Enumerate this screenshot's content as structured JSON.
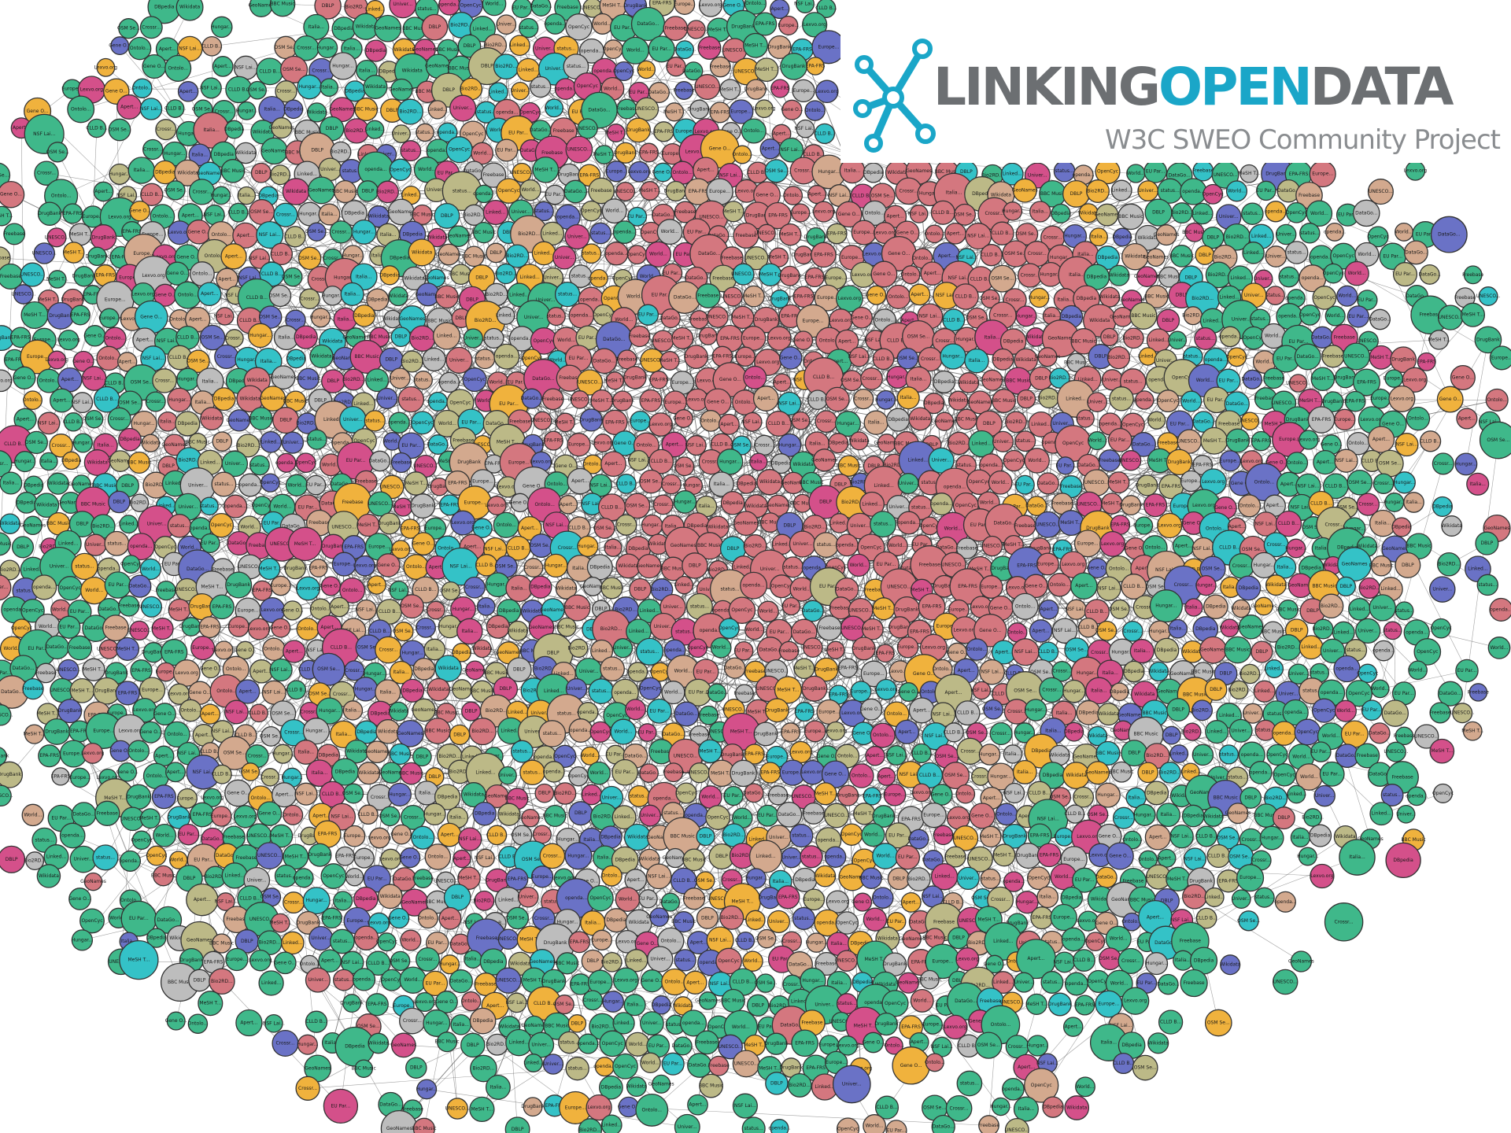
{
  "logo": {
    "title_part1": "LINKING",
    "title_part2": "OPEN",
    "title_part3": "DATA",
    "subtitle": "W3C SWEO Community Project",
    "brand_color": "#1aa6c8",
    "text_color": "#6c6f72"
  },
  "graph": {
    "edge_color": "#555555",
    "node_colors": {
      "red": "#d4777f",
      "green": "#3fb88a",
      "olive": "#bcb987",
      "tan": "#d3a98e",
      "orange": "#f0b23d",
      "gray": "#bdbdbd",
      "teal": "#34c2c7",
      "blue": "#6a72c6",
      "magenta": "#d4508a"
    },
    "labels": [
      "DBpedia",
      "Wikidata",
      "GeoNames",
      "BBC Music",
      "DBLP",
      "Bio2RD...",
      "Linked...",
      "Univer...",
      "status...",
      "openda...",
      "OpenCyc",
      "World...",
      "EU Par...",
      "DataGo...",
      "Freebase",
      "UNESCO...",
      "MeSH T...",
      "DrugBank",
      "EPA-FRS",
      "Europe...",
      "Lexvo.org",
      "Gene O...",
      "Ontolo...",
      "Apert...",
      "NSF Lai...",
      "CLLD B...",
      "OSM Se...",
      "Crossr...",
      "Hungar...",
      "Italia..."
    ]
  }
}
